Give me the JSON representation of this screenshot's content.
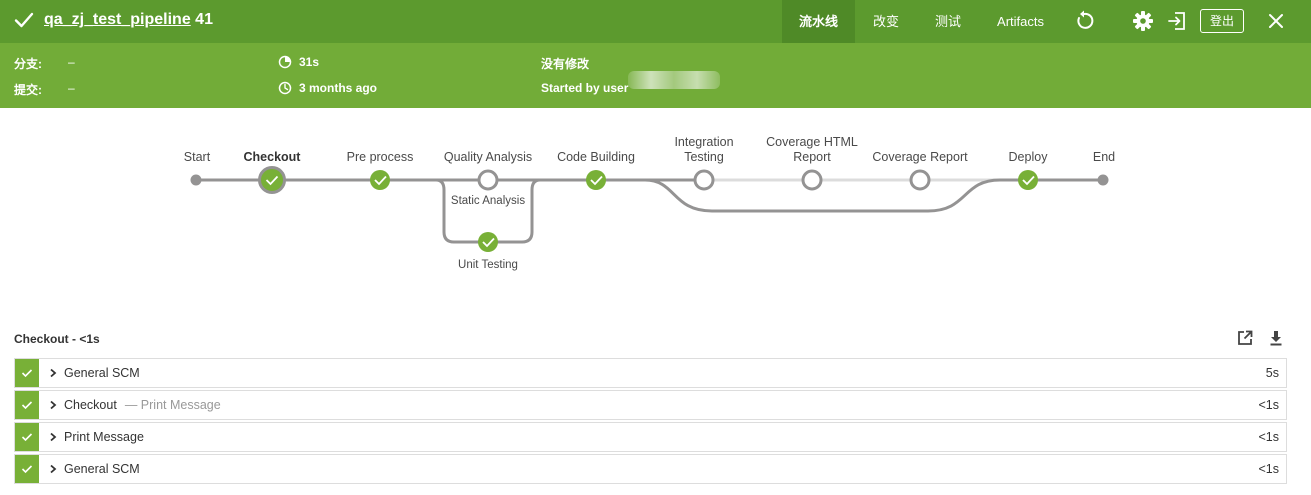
{
  "header": {
    "pipeline_name": "qa_zj_test_pipeline",
    "run_number": "41",
    "tabs": [
      "流水线",
      "改变",
      "测试",
      "Artifacts"
    ],
    "logout_label": "登出",
    "icons": [
      "check-icon",
      "replay-icon",
      "gear-icon",
      "exit-icon",
      "close-icon"
    ]
  },
  "summary": {
    "branch_label": "分支:",
    "branch_value": "–",
    "commit_label": "提交:",
    "commit_value": "–",
    "duration": "31s",
    "ago": "3 months ago",
    "changes": "没有修改",
    "started_by": "Started by user"
  },
  "graph": {
    "stages": [
      {
        "label": "Start",
        "status": "terminal"
      },
      {
        "label": "Checkout",
        "status": "success",
        "selected": true
      },
      {
        "label": "Pre process",
        "status": "success"
      },
      {
        "label": "Quality Analysis",
        "status": "not-built"
      },
      {
        "label": "Code Building",
        "status": "success"
      },
      {
        "label": "Integration Testing",
        "status": "not-built"
      },
      {
        "label": "Coverage HTML Report",
        "status": "not-built"
      },
      {
        "label": "Coverage Report",
        "status": "not-built"
      },
      {
        "label": "Deploy",
        "status": "success"
      },
      {
        "label": "End",
        "status": "terminal"
      }
    ],
    "parallel": [
      {
        "label": "Static Analysis",
        "status": "not-built"
      },
      {
        "label": "Unit Testing",
        "status": "success"
      }
    ],
    "label_lines": {
      "integration": [
        "Integration",
        "Testing"
      ],
      "coverage_html": [
        "Coverage HTML",
        "Report"
      ]
    }
  },
  "steps_panel": {
    "title": "Checkout - <1s",
    "steps": [
      {
        "name": "General SCM",
        "sub": "",
        "duration": "5s"
      },
      {
        "name": "Checkout",
        "sub": "— Print Message",
        "duration": "<1s"
      },
      {
        "name": "Print Message",
        "sub": "",
        "duration": "<1s"
      },
      {
        "name": "General SCM",
        "sub": "",
        "duration": "<1s"
      }
    ]
  },
  "colors": {
    "header_bg": "#5c9a2e",
    "summary_bg": "#72ac38",
    "success": "#78b037",
    "line": "#949393"
  }
}
